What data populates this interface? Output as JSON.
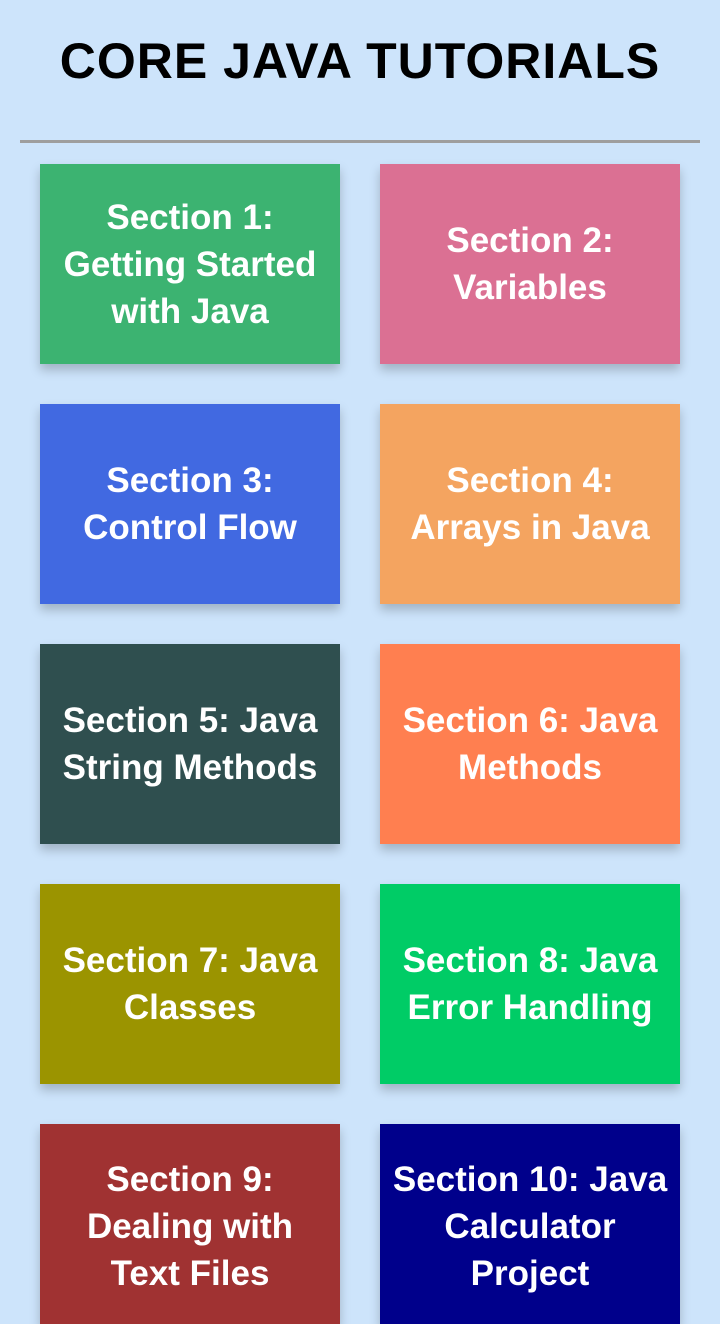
{
  "header": {
    "title": "CORE JAVA TUTORIALS"
  },
  "sections": [
    {
      "label": "Section 1: Getting Started with Java",
      "color": "#3cb371"
    },
    {
      "label": "Section 2: Variables",
      "color": "#db7093"
    },
    {
      "label": "Section 3: Control Flow",
      "color": "#4169e1"
    },
    {
      "label": "Section 4: Arrays in Java",
      "color": "#f4a460"
    },
    {
      "label": "Section 5: Java String Methods",
      "color": "#2f4f4f"
    },
    {
      "label": "Section 6: Java Methods",
      "color": "#ff7f50"
    },
    {
      "label": "Section 7: Java Classes",
      "color": "#9b9400"
    },
    {
      "label": "Section 8: Java Error Handling",
      "color": "#00cc66"
    },
    {
      "label": "Section 9: Dealing with Text Files",
      "color": "#a03232"
    },
    {
      "label": "Section 10: Java Calculator Project",
      "color": "#00008b"
    }
  ]
}
